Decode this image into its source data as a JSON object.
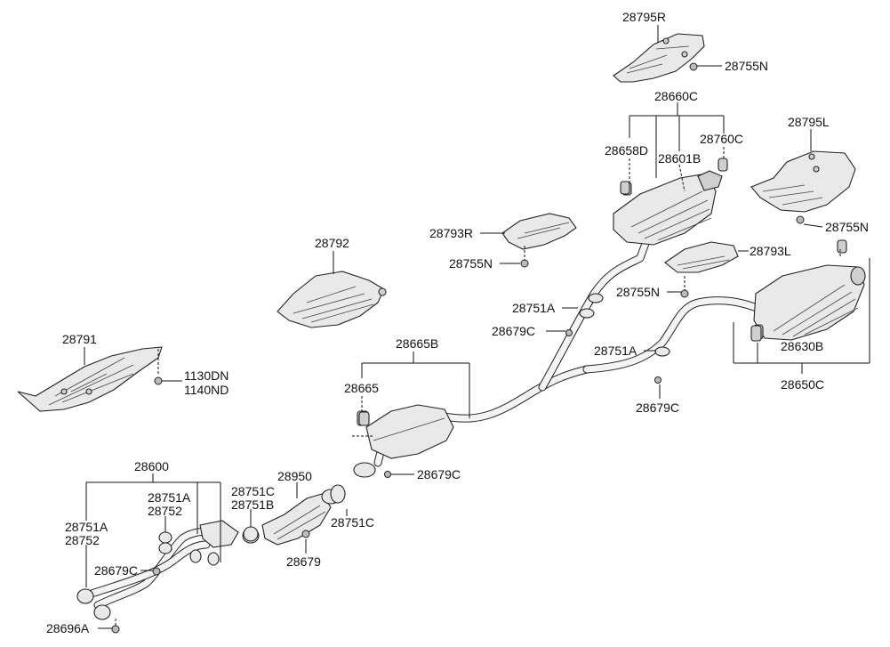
{
  "labels": {
    "p28795R": "28795R",
    "p28755N_a": "28755N",
    "p28660C": "28660C",
    "p28795L": "28795L",
    "p28658D": "28658D",
    "p28760C": "28760C",
    "p28601B": "28601B",
    "p28755N_b": "28755N",
    "p28793R": "28793R",
    "p28793L": "28793L",
    "p28755N_c": "28755N",
    "p28792": "28792",
    "p28755N_d": "28755N",
    "p28751A_a": "28751A",
    "p28679C_a": "28679C",
    "p28751A_b": "28751A",
    "p28630B": "28630B",
    "p28650C": "28650C",
    "p28791": "28791",
    "p1130DN": "1130DN",
    "p1140ND": "1140ND",
    "p28665B": "28665B",
    "p28665": "28665",
    "p28679C_b": "28679C",
    "p28679C_c": "28679C",
    "p28600": "28600",
    "p28950": "28950",
    "p28751C_a": "28751C",
    "p28751B": "28751B",
    "p28751A_c": "28751A",
    "p28752_a": "28752",
    "p28751A_d": "28751A",
    "p28752_b": "28752",
    "p28751C_b": "28751C",
    "p28679C_d": "28679C",
    "p28679": "28679",
    "p28696A": "28696A"
  }
}
